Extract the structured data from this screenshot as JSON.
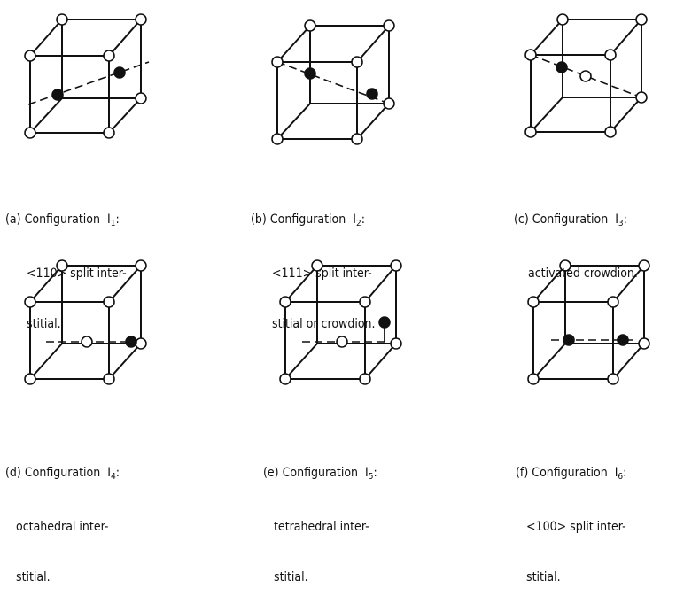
{
  "panels": [
    {
      "label": "(a)",
      "config_word": "Configuration",
      "config_symbol": "I",
      "config_sub": "1",
      "line1_tail": ":",
      "line2": "<110> split inter-",
      "line3": "stitial."
    },
    {
      "label": "(b)",
      "config_word": "Configuration",
      "config_symbol": "I",
      "config_sub": "2",
      "line1_tail": ":",
      "line2": "<111> split inter-",
      "line3": "stitial or crowdion."
    },
    {
      "label": "(c)",
      "config_word": "Configuration",
      "config_symbol": "I",
      "config_sub": "3",
      "line1_tail": ":",
      "line2": "activated crowdion.",
      "line3": ""
    },
    {
      "label": "(d)",
      "config_word": "Configuration",
      "config_symbol": "I",
      "config_sub": "4",
      "line1_tail": ":",
      "line2": "octahedral inter-",
      "line3": "stitial."
    },
    {
      "label": "(e)",
      "config_word": "Configuration",
      "config_symbol": "I",
      "config_sub": "5",
      "line1_tail": ":",
      "line2": "tetrahedral inter-",
      "line3": "stitial."
    },
    {
      "label": "(f)",
      "config_word": "Configuration",
      "config_symbol": "I",
      "config_sub": "6",
      "line1_tail": ":",
      "line2": "<100> split inter-",
      "line3": "stitial."
    }
  ]
}
